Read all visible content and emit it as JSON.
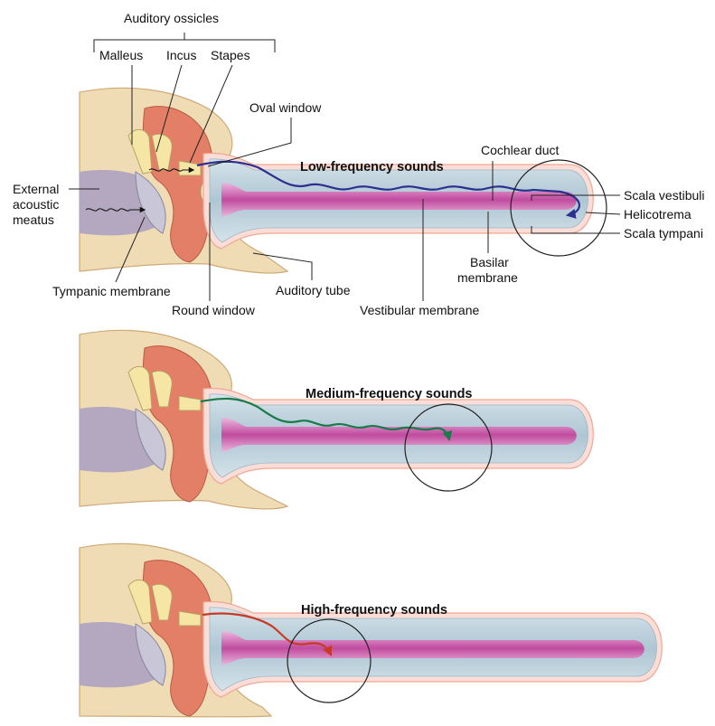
{
  "labels": {
    "auditory_ossicles": "Auditory ossicles",
    "malleus": "Malleus",
    "incus": "Incus",
    "stapes": "Stapes",
    "oval_window": "Oval window",
    "external_acoustic_meatus": [
      "External",
      "acoustic",
      "meatus"
    ],
    "tympanic_membrane": "Tympanic membrane",
    "round_window": "Round window",
    "auditory_tube": "Auditory tube",
    "vestibular_membrane": "Vestibular membrane",
    "basilar_membrane": [
      "Basilar",
      "membrane"
    ],
    "cochlear_duct": "Cochlear duct",
    "scala_vestibuli": "Scala vestibuli",
    "helicotrema": "Helicotrema",
    "scala_tympani": "Scala tympani"
  },
  "panels": [
    {
      "id": "low",
      "title": "Low-frequency sounds",
      "wave_color": "#2b2f8f"
    },
    {
      "id": "medium",
      "title": "Medium-frequency sounds",
      "wave_color": "#1a7a4a"
    },
    {
      "id": "high",
      "title": "High-frequency sounds",
      "wave_color": "#c83a24"
    }
  ],
  "colors": {
    "bone": "#efdcb4",
    "tissue": "#e27f66",
    "cochlea_fluid": "#b9cfdb",
    "basilar_membrane": "#c64fa5",
    "cochlea_outline": "#f4b2a2"
  }
}
